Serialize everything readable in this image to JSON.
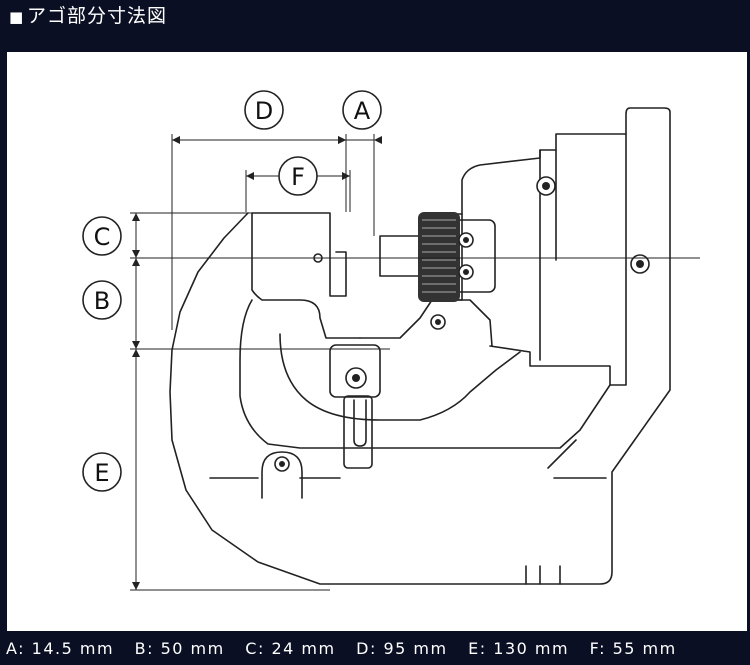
{
  "header": {
    "bullet": "■",
    "title": "アゴ部分寸法図"
  },
  "chart_data": {
    "type": "diagram",
    "callouts": [
      "A",
      "B",
      "C",
      "D",
      "E",
      "F"
    ],
    "dimensions": [
      {
        "label": "A",
        "value": 14.5,
        "unit": "mm"
      },
      {
        "label": "B",
        "value": 50,
        "unit": "mm"
      },
      {
        "label": "C",
        "value": 24,
        "unit": "mm"
      },
      {
        "label": "D",
        "value": 95,
        "unit": "mm"
      },
      {
        "label": "E",
        "value": 130,
        "unit": "mm"
      },
      {
        "label": "F",
        "value": 55,
        "unit": "mm"
      }
    ]
  },
  "footer": {
    "dims": [
      "A: 14.5 mm",
      "B: 50 mm",
      "C: 24 mm",
      "D: 95 mm",
      "E: 130 mm",
      "F: 55 mm"
    ]
  }
}
